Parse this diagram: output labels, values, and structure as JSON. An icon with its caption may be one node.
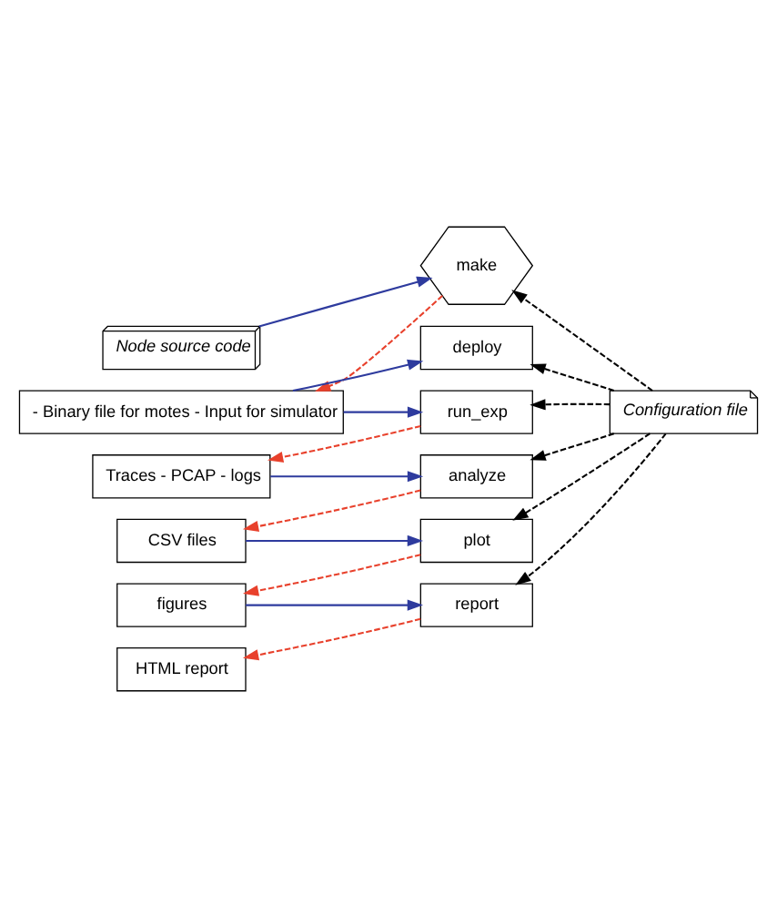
{
  "diagram": {
    "nodes": [
      {
        "text": [
          "Node source code"
        ]
      },
      {
        "text": [
          "make"
        ]
      },
      {
        "text": [
          "- Binary file for motes - Input for simulator"
        ]
      },
      {
        "text": [
          "deploy"
        ]
      },
      {
        "text": [
          "run_exp"
        ]
      },
      {
        "text": [
          "Traces - PCAP - logs"
        ]
      },
      {
        "text": [
          "Configuration file"
        ]
      },
      {
        "text": [
          "analyze"
        ]
      },
      {
        "text": [
          "CSV files"
        ]
      },
      {
        "text": [
          "plot"
        ]
      },
      {
        "text": [
          "figures"
        ]
      },
      {
        "text": [
          "report"
        ]
      },
      {
        "text": [
          "HTML report"
        ]
      }
    ],
    "edges": [
      {
        "from": 0,
        "to": 1,
        "arrow": "to"
      },
      {
        "from": 1,
        "to": 2,
        "arrow": "to",
        "style": "dashed",
        "color": "#e8412c"
      },
      {
        "from": 2,
        "to": 3,
        "arrow": "to"
      },
      {
        "from": 2,
        "to": 4,
        "arrow": "to"
      },
      {
        "from": 6,
        "to": 1,
        "arrow": "to",
        "style": "dashed",
        "color": "#000000"
      },
      {
        "from": 6,
        "to": 3,
        "arrow": "to",
        "style": "dashed",
        "color": "#000000"
      },
      {
        "from": 6,
        "to": 4,
        "arrow": "to",
        "style": "dashed",
        "color": "#000000"
      },
      {
        "from": 4,
        "to": 5,
        "arrow": "to",
        "style": "dashed",
        "color": "#e8412c"
      },
      {
        "from": 5,
        "to": 7,
        "arrow": "to"
      },
      {
        "from": 6,
        "to": 7,
        "arrow": "to",
        "style": "dashed",
        "color": "#000000"
      },
      {
        "from": 7,
        "to": 8,
        "arrow": "to",
        "style": "dashed",
        "color": "#e8412c"
      },
      {
        "from": 8,
        "to": 9,
        "arrow": "to"
      },
      {
        "from": 6,
        "to": 9,
        "arrow": "to",
        "style": "dashed",
        "color": "#000000"
      },
      {
        "from": 9,
        "to": 10,
        "arrow": "to",
        "style": "dashed",
        "color": "#e8412c"
      },
      {
        "from": 10,
        "to": 11,
        "arrow": "to"
      },
      {
        "from": 6,
        "to": 11,
        "arrow": "to",
        "style": "dashed",
        "color": "#000000"
      },
      {
        "from": 11,
        "to": 12,
        "arrow": "to",
        "style": "dashed",
        "color": "#e8412c"
      }
    ]
  }
}
